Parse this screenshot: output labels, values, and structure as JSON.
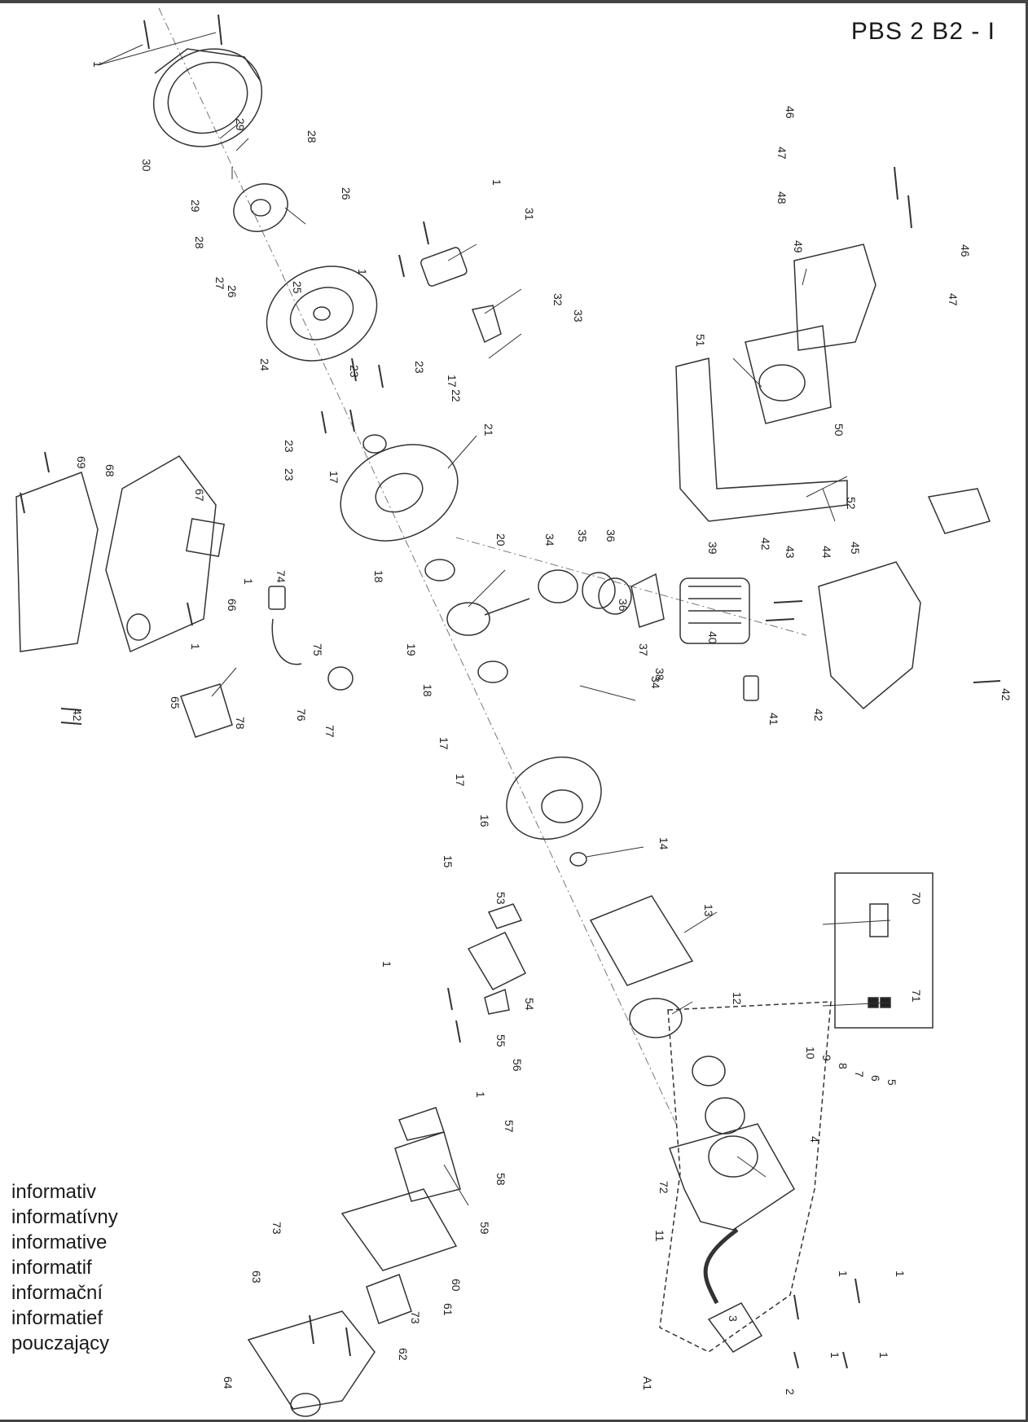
{
  "header": {
    "model": "PBS 2 B2 - I"
  },
  "notes": [
    "informativ",
    "informatívny",
    "informative",
    "informatif",
    "informační",
    "informatief",
    "pouczający"
  ],
  "callouts": [
    "1",
    "2",
    "3",
    "4",
    "5",
    "6",
    "7",
    "8",
    "9",
    "10",
    "11",
    "12",
    "13",
    "14",
    "15",
    "16",
    "17",
    "18",
    "19",
    "20",
    "21",
    "22",
    "23",
    "24",
    "25",
    "26",
    "27",
    "28",
    "29",
    "30",
    "31",
    "32",
    "33",
    "34",
    "35",
    "36",
    "37",
    "38",
    "39",
    "40",
    "41",
    "42",
    "43",
    "44",
    "45",
    "46",
    "47",
    "48",
    "49",
    "50",
    "51",
    "52",
    "53",
    "54",
    "55",
    "56",
    "57",
    "58",
    "59",
    "60",
    "61",
    "62",
    "63",
    "64",
    "65",
    "66",
    "67",
    "68",
    "69",
    "70",
    "71",
    "72",
    "73",
    "74",
    "75",
    "76",
    "77",
    "78",
    "A1"
  ]
}
